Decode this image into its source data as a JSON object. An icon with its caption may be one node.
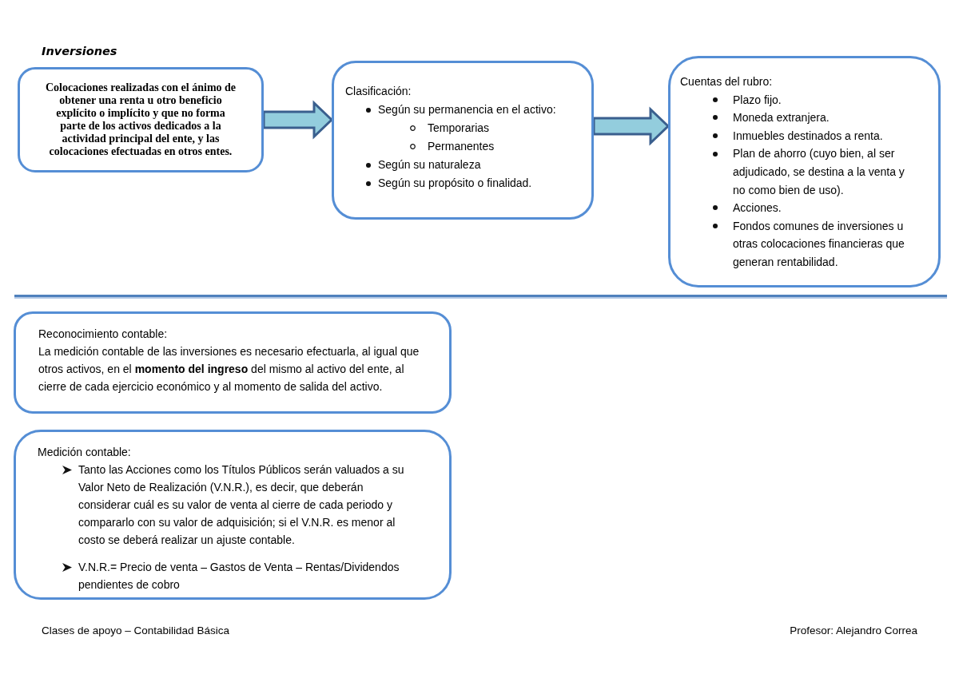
{
  "diagram": {
    "title": "Inversiones",
    "nodes": [
      {
        "text": [
          "Colocaciones realizadas con el ánimo de obtener una renta u otro beneficio explícito o implícito y que no forma parte de los activos dedicados a la actividad principal del ente, y las colocaciones efectuadas en otros entes."
        ]
      },
      {
        "text": [
          "Clasificación:",
          "Según su permanencia en el activo:",
          "Temporarias",
          "Permanentes",
          "Según su naturaleza",
          "Según su propósito o finalidad."
        ]
      },
      {
        "text": [
          "Cuentas del rubro:",
          "Plazo fijo.",
          "Moneda extranjera.",
          "Inmuebles destinados a renta.",
          "Plan de ahorro (cuyo bien, al ser adjudicado, se destina a la venta y no como bien de uso).",
          "Acciones.",
          "Fondos comunes de inversiones u otras colocaciones financieras que generan rentabilidad."
        ]
      },
      {
        "text": [
          "Reconocimiento contable:",
          "La medición contable de las inversiones es necesario efectuarla, al igual que otros activos, en el **momento del ingreso** del mismo al activo del ente, al cierre de cada ejercicio económico y al momento de salida del activo."
        ]
      },
      {
        "text": [
          "Medición contable:",
          "Tanto las Acciones como los Títulos Públicos serán valuados a su Valor Neto de Realización (V.N.R.), es decir, que deberán considerar cuál es su valor de venta al cierre de cada periodo y compararlo con su valor de adquisición; si el V.N.R. es menor al costo se deberá realizar un ajuste contable.",
          "V.N.R.= Precio de venta – Gastos de Venta – Rentas/Dividendos pendientes de cobro"
        ]
      }
    ],
    "edges": [
      {
        "from": 0,
        "to": 1,
        "arrow": "to"
      },
      {
        "from": 1,
        "to": 2,
        "arrow": "to"
      }
    ],
    "labels": [
      "Clases de apoyo – Contabilidad Básica",
      "Profesor: Alejandro Correa"
    ]
  }
}
